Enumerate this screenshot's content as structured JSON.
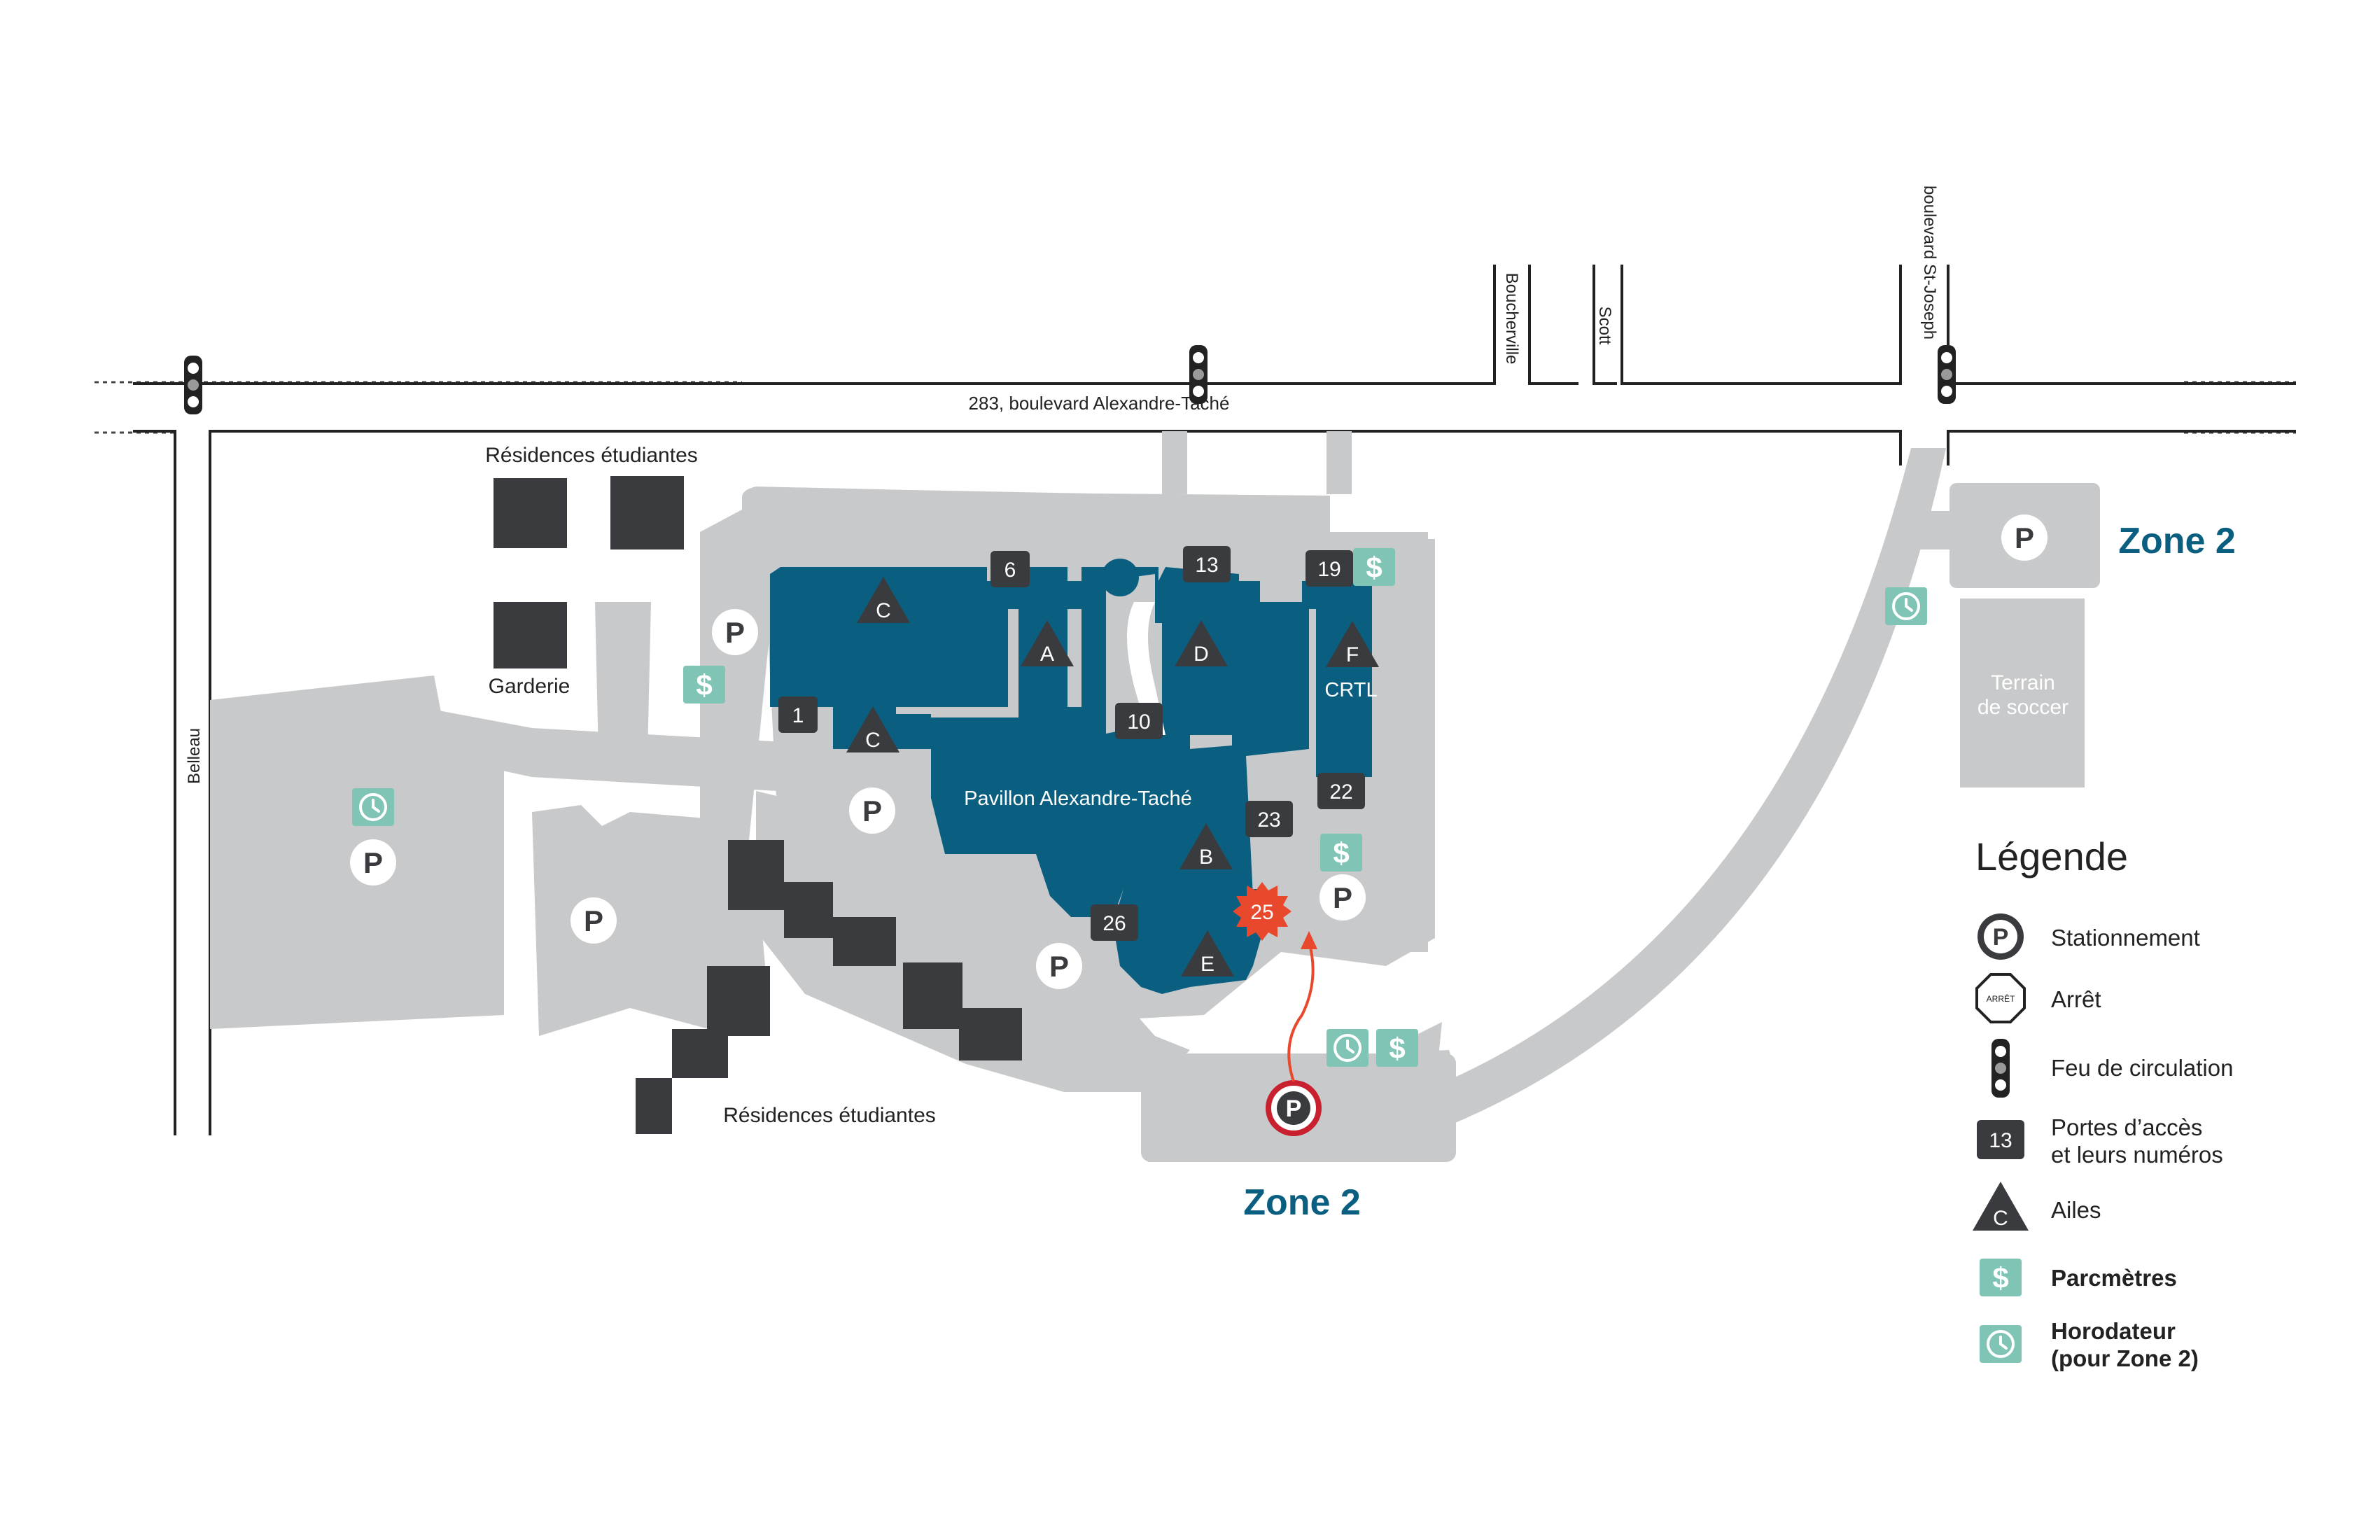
{
  "streets": {
    "main": "283, boulevard Alexandre-Taché",
    "belleau": "Belleau",
    "boucherville": "Boucherville",
    "scott": "Scott",
    "st_joseph": "boulevard St-Joseph"
  },
  "places": {
    "residences_top": "Résidences étudiantes",
    "garderie": "Garderie",
    "residences_bottom": "Résidences étudiantes",
    "pavillon": "Pavillon Alexandre-Taché",
    "crtl": "CRTL",
    "terrain": [
      "Terrain",
      "de soccer"
    ]
  },
  "zones": {
    "right": "Zone 2",
    "bottom": "Zone 2"
  },
  "doors": [
    "6",
    "13",
    "19",
    "1",
    "10",
    "22",
    "23",
    "25",
    "26"
  ],
  "wings": [
    "C",
    "A",
    "D",
    "F",
    "C",
    "B",
    "E"
  ],
  "parking_symbol": "P",
  "meter_symbol": "$",
  "legend": {
    "title": "Légende",
    "stationnement": "Stationnement",
    "arret": "Arrêt",
    "arret_sign": "ARRÊT",
    "feu": "Feu de circulation",
    "portes_line1": "Portes d’accès",
    "portes_line2": "et leurs numéros",
    "portes_sample": "13",
    "ailes": "Ailes",
    "ailes_sample": "C",
    "parcmetres": "Parcmètres",
    "horodateur_line1": "Horodateur",
    "horodateur_line2": "(pour Zone 2)"
  },
  "colors": {
    "building": "#0a5e80",
    "ground": "#c8c9ca",
    "dark": "#3a3b3e",
    "meter": "#80c4b5",
    "zone_text": "#0a5e80",
    "door_25": "#e8482c",
    "highlight_parking": "#c8202e"
  },
  "icons": [
    "parking-icon",
    "meter-icon",
    "clock-icon",
    "traffic-light-icon",
    "stop-sign-icon",
    "wing-triangle-icon",
    "door-badge-icon"
  ]
}
